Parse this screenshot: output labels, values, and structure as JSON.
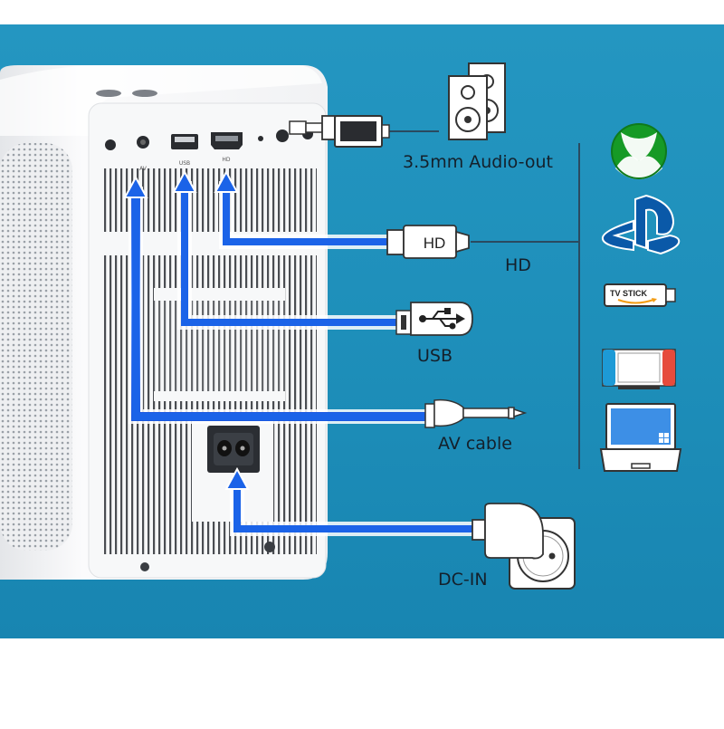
{
  "connections": {
    "audio": "3.5mm Audio-out",
    "hd": "HD",
    "usb": "USB",
    "av": "AV cable",
    "dc": "DC-IN"
  },
  "plugs": {
    "hd_plug_text": "HD",
    "tv_stick_text": "TV STICK"
  },
  "port_labels": {
    "av": "AV",
    "usb": "USB",
    "hd": "HD"
  },
  "devices": [
    "xbox-icon",
    "playstation-icon",
    "tv-stick-icon",
    "switch-icon",
    "laptop-icon"
  ],
  "colors": {
    "background": "#1e8fba",
    "projector": "#f4f5f7",
    "arrow": "#1b63e8",
    "xbox": "#169a26",
    "playstation": "#0a59a8"
  }
}
